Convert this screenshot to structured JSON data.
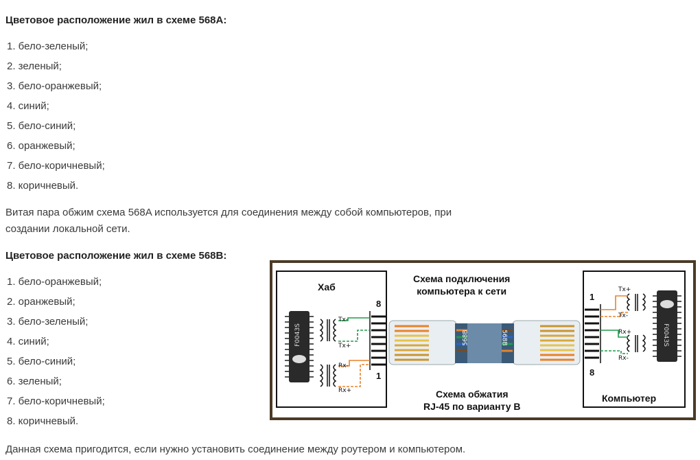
{
  "section_a": {
    "heading": "Цветовое расположение жил в схеме 568A:",
    "items": [
      "1. бело-зеленый;",
      "2. зеленый;",
      "3. бело-оранжевый;",
      "4. синий;",
      "5. бело-синий;",
      "6. оранжевый;",
      "7. бело-коричневый;",
      "8. коричневый."
    ],
    "paragraph_line1": "Витая пара обжим схема 568A используется для соединения между собой компьютеров, при",
    "paragraph_line2": "создании локальной сети."
  },
  "section_b": {
    "heading": "Цветовое расположение жил в схеме 568B:",
    "items": [
      "1. бело-оранжевый;",
      "2. оранжевый;",
      "3. бело-зеленый;",
      "4. синий;",
      "5. бело-синий;",
      "6. зеленый;",
      "7. бело-коричневый;",
      "8. коричневый."
    ],
    "paragraph": "Данная схема пригодится, если нужно установить соединение между роутером и компьютером."
  },
  "diagram": {
    "hub_label": "Хаб",
    "computer_label": "Компьютер",
    "title_line1": "Схема подключения",
    "title_line2": "компьютера к сети",
    "crimp_line1": "Схема обжатия",
    "crimp_line2": "RJ-45 по варианту B",
    "hub_pin_top": "8",
    "hub_pin_bottom": "1",
    "pc_pin_top": "1",
    "pc_pin_bottom": "8",
    "hub_tx_minus": "Tx-",
    "hub_tx_plus": "Tx+",
    "hub_rx_minus": "Rx-",
    "hub_rx_plus": "Rx+",
    "pc_tx_plus": "Tx+",
    "pc_tx_minus": "Tx-",
    "pc_rx_plus": "Rx+",
    "pc_rx_minus": "Rx-",
    "chip_label_left": "F0043S",
    "chip_label_right": "F0043S",
    "plug_label_left": "568B",
    "plug_label_right": "568B",
    "colors": {
      "frame": "#4b3a26",
      "orange": "#e8822a",
      "green": "#1e9a4a",
      "blue": "#2a63c9",
      "brown": "#7a4a20"
    }
  }
}
